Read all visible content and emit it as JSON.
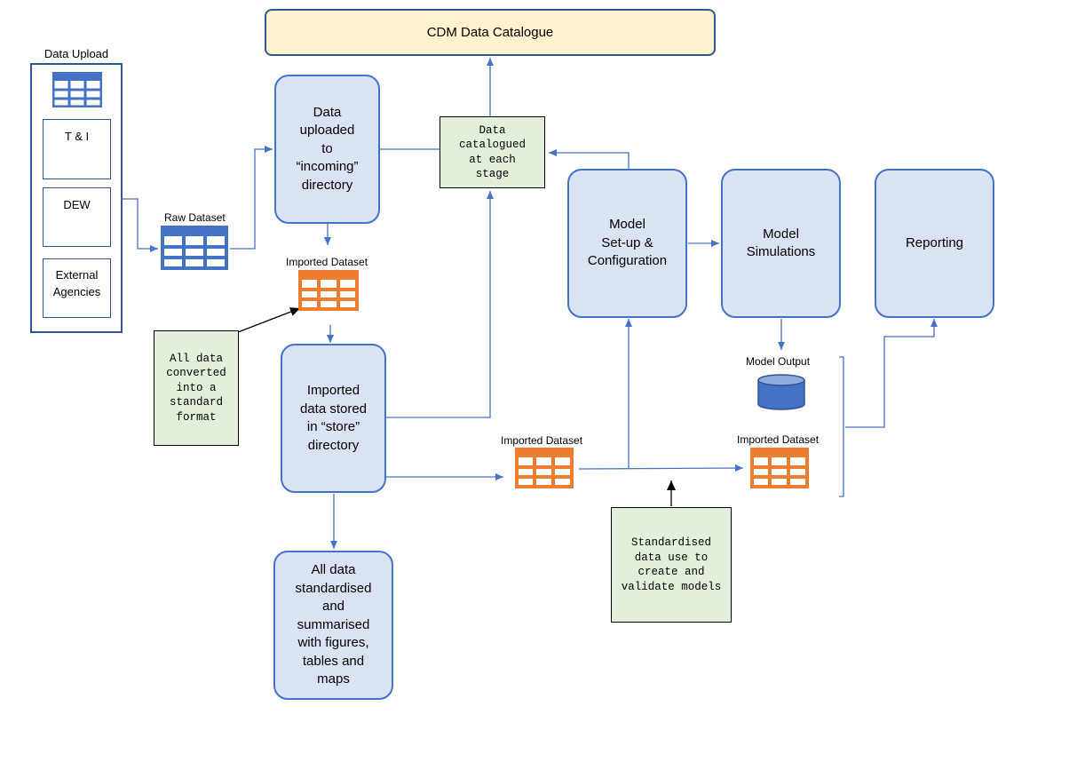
{
  "catalogue": {
    "label": "CDM Data Catalogue"
  },
  "data_upload": {
    "title": "Data Upload",
    "items": [
      "T & I",
      "DEW",
      "External Agencies"
    ]
  },
  "labels": {
    "raw_dataset": "Raw Dataset",
    "imported_dataset_1": "Imported Dataset",
    "imported_dataset_2": "Imported Dataset",
    "imported_dataset_3": "Imported Dataset",
    "model_output": "Model Output"
  },
  "process_boxes": {
    "incoming": [
      "Data",
      "uploaded",
      "to",
      "“incoming”",
      "directory"
    ],
    "store": [
      "Imported",
      "data stored",
      "in “store”",
      "directory"
    ],
    "summarised": [
      "All data",
      "standardised",
      "and",
      "summarised",
      "with figures,",
      "tables and",
      "maps"
    ],
    "model_setup": [
      "Model",
      "Set-up &",
      "Configuration"
    ],
    "model_sim": [
      "Model",
      "Simulations"
    ],
    "reporting": [
      "Reporting"
    ]
  },
  "notes": {
    "catalogued": [
      "Data",
      "catalogued",
      "at each",
      "stage"
    ],
    "converted": [
      "All data",
      "converted",
      "into a",
      "standard",
      "format"
    ],
    "standardised": [
      "Standardised",
      "data use to",
      "create and",
      "validate models"
    ]
  },
  "colors": {
    "line_blue": "#4472c4",
    "table_blue": "#4472c4",
    "table_orange": "#ed7d31",
    "box_fill": "#dae3f3",
    "note_fill": "#e2efda",
    "catalogue_fill": "#fff2cc"
  }
}
